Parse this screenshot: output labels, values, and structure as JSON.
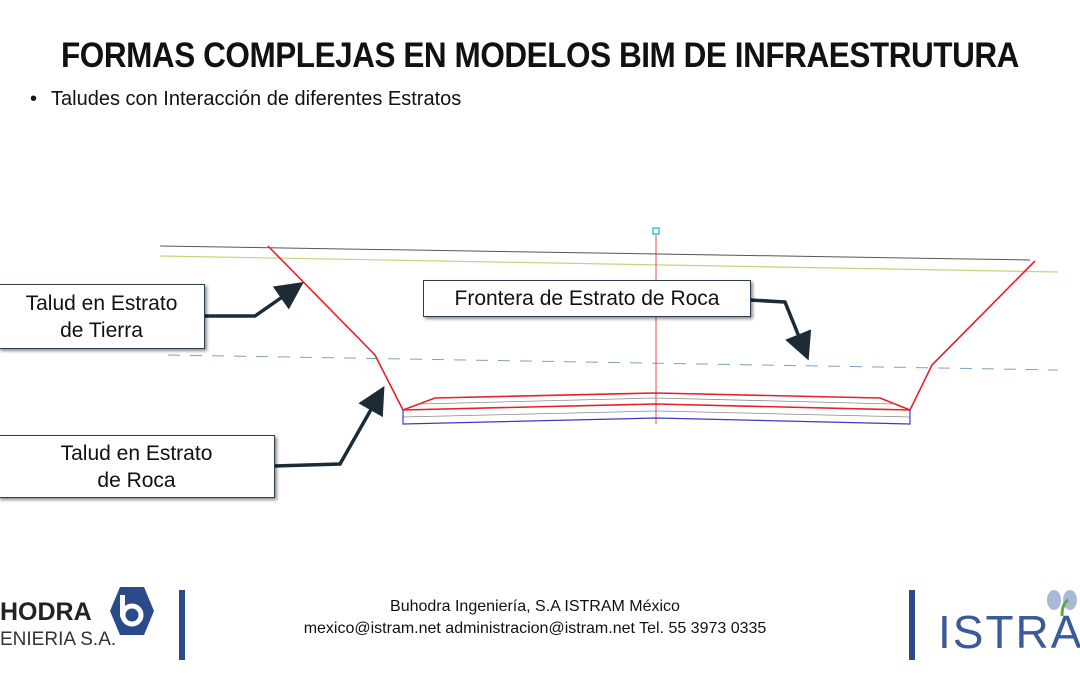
{
  "slide": {
    "title": "FORMAS COMPLEJAS EN MODELOS BIM DE INFRAESTRUTURA",
    "bullet": "Taludes con Interacción de diferentes Estratos"
  },
  "diagram": {
    "callouts": [
      {
        "line1": "Talud en Estrato",
        "line2": "de Tierra"
      },
      {
        "line1": "Frontera de Estrato de Roca"
      },
      {
        "line1": "Talud en Estrato",
        "line2": "de Roca"
      }
    ],
    "colors": {
      "slope": "#e8202a",
      "terrain": "#555555",
      "terrain_secondary": "#c8d17a",
      "rock_boundary": "#7aa3c0",
      "subgrade": "#3a3ac8",
      "axis_marker": "#35c0e0",
      "arrow": "#1c2b36"
    }
  },
  "footer": {
    "left_logo": {
      "line1": "HODRA",
      "line2": "ENIERIA S.A."
    },
    "company_line": "Buhodra Ingeniería, S.A  ISTRAM México",
    "contact_line": "mexico@istram.net  administracion@istram.net   Tel. 55 3973 0335",
    "right_logo": "ISTRAM",
    "accent_color": "#2b4a8c"
  }
}
